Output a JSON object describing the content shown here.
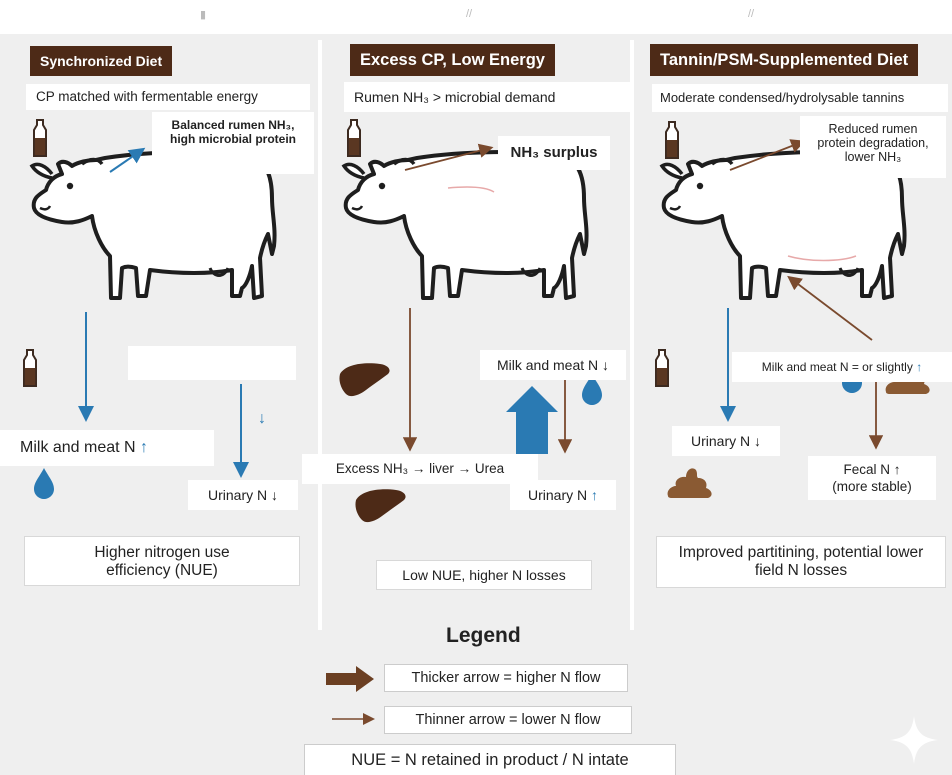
{
  "colors": {
    "brown": "#4d2a17",
    "blue": "#2a7ab3",
    "arrow_brown": "#7a4a2e",
    "background": "#efefef"
  },
  "panels": [
    {
      "title": "Synchronized Diet",
      "subtitle": "CP matched with fermentable energy",
      "rumen_note": "Balanced rumen NH₃, high microbial protein",
      "milk_label": "Milk and meat N",
      "milk_arrow": "↑",
      "urinary_label": "Urinary N ↓",
      "side_arrow": "↓",
      "summary": "Higher nitrogen use efficiency (NUE)"
    },
    {
      "title": "Excess CP, Low Energy",
      "subtitle": "Rumen NH₃ > microbial demand",
      "rumen_note": "NH₃ surplus",
      "milk_label": "Milk and meat N ↓",
      "liver_note": "Excess NH₃ → liver → Urea",
      "urinary_label": "Urinary N",
      "urinary_arrow": "↑",
      "summary": "Low NUE, higher N losses"
    },
    {
      "title": "Tannin/PSM-Supplemented Diet",
      "subtitle": "Moderate condensed/hydrolysable tannins",
      "rumen_note": "Reduced rumen protein degradation, lower NH₃",
      "milk_label": "Milk and meat N = or slightly",
      "milk_arrow": "↑",
      "urinary_label": "Urinary N ↓",
      "fecal_label": "Fecal N ↑ (more stable)",
      "summary": "Improved partitining, potential lower field N losses"
    }
  ],
  "legend": {
    "title": "Legend",
    "thick": "Thicker arrow = higher N flow",
    "thin": "Thinner arrow = lower N flow",
    "nue": "NUE = N retained in product / N intate"
  }
}
